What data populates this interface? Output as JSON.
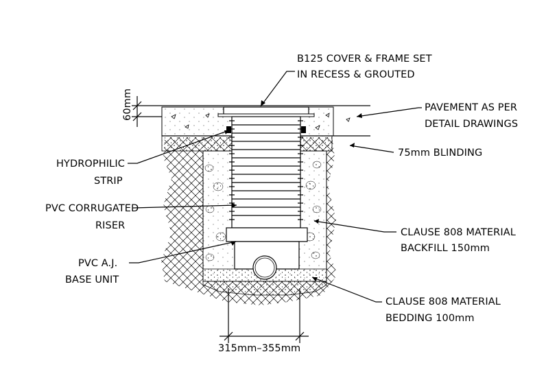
{
  "labels": {
    "cover_line1": "B125 COVER & FRAME SET",
    "cover_line2": "IN RECESS & GROUTED",
    "pavement_line1": "PAVEMENT AS PER",
    "pavement_line2": "DETAIL DRAWINGS",
    "blinding": "75mm BLINDING",
    "hydrophilic_line1": "HYDROPHILIC",
    "hydrophilic_line2": "STRIP",
    "riser_line1": "PVC CORRUGATED",
    "riser_line2": "RISER",
    "backfill_line1": "CLAUSE 808 MATERIAL",
    "backfill_line2": "BACKFILL 150mm",
    "base_line1": "PVC A.J.",
    "base_line2": "BASE UNIT",
    "bedding_line1": "CLAUSE 808 MATERIAL",
    "bedding_line2": "BEDDING 100mm",
    "dim_width": "315mm–355mm",
    "dim_depth": "60mm"
  }
}
